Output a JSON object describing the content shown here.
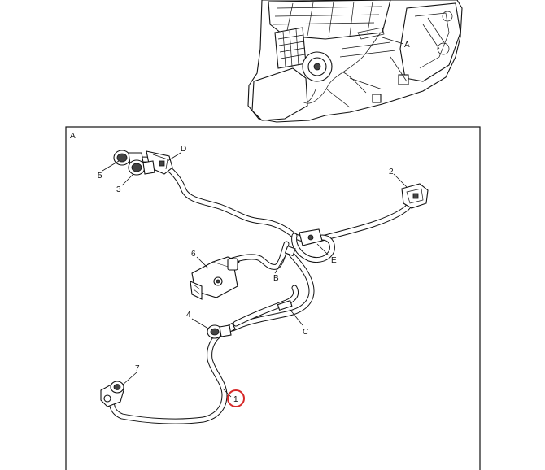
{
  "frame_label": "A",
  "overview_callout": "A",
  "callouts": {
    "item1": "1",
    "item2": "2",
    "item3": "3",
    "item4": "4",
    "item5": "5",
    "item6": "6",
    "item7": "7"
  },
  "letters": {
    "B": "B",
    "C": "C",
    "D": "D",
    "E": "E"
  },
  "highlight_color": "#d62828"
}
